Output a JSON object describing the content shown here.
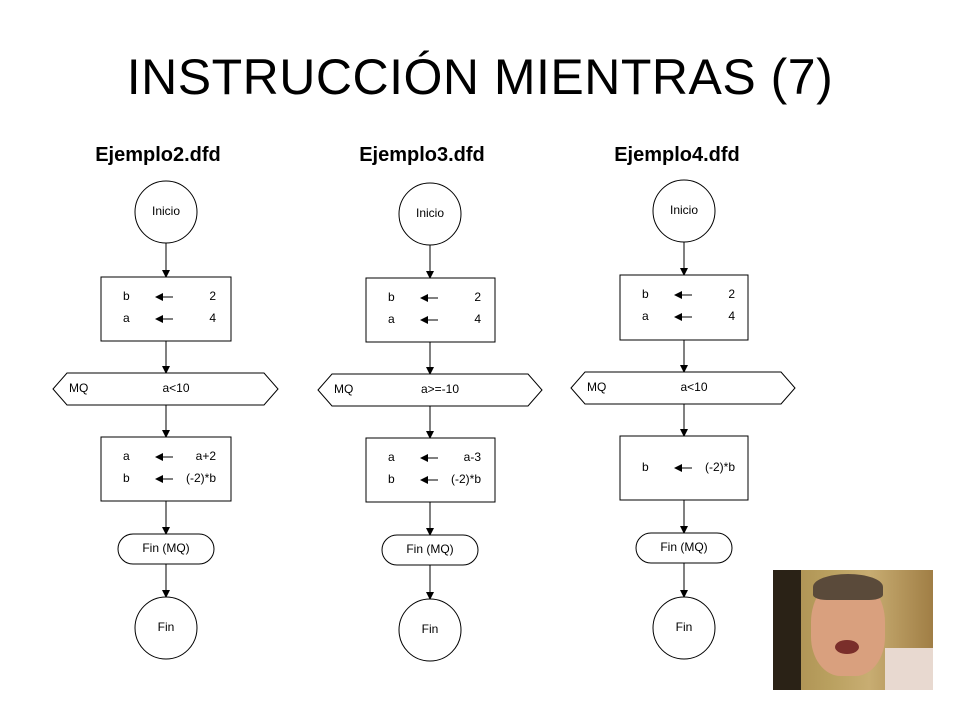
{
  "title": "INSTRUCCIÓN MIENTRAS (7)",
  "colors": {
    "background": "#ffffff",
    "stroke": "#000000",
    "text": "#000000"
  },
  "flowcharts": [
    {
      "filename": "Ejemplo2.dfd",
      "start_label": "Inicio",
      "init_assignments": [
        {
          "var": "b",
          "value": "2"
        },
        {
          "var": "a",
          "value": "4"
        }
      ],
      "loop_keyword": "MQ",
      "loop_condition": "a<10",
      "body_assignments": [
        {
          "var": "a",
          "value": "a+2"
        },
        {
          "var": "b",
          "value": "(-2)*b"
        }
      ],
      "loop_end_label": "Fin (MQ)",
      "end_label": "Fin"
    },
    {
      "filename": "Ejemplo3.dfd",
      "start_label": "Inicio",
      "init_assignments": [
        {
          "var": "b",
          "value": "2"
        },
        {
          "var": "a",
          "value": "4"
        }
      ],
      "loop_keyword": "MQ",
      "loop_condition": "a>=-10",
      "body_assignments": [
        {
          "var": "a",
          "value": "a-3"
        },
        {
          "var": "b",
          "value": "(-2)*b"
        }
      ],
      "loop_end_label": "Fin (MQ)",
      "end_label": "Fin"
    },
    {
      "filename": "Ejemplo4.dfd",
      "start_label": "Inicio",
      "init_assignments": [
        {
          "var": "b",
          "value": "2"
        },
        {
          "var": "a",
          "value": "4"
        }
      ],
      "loop_keyword": "MQ",
      "loop_condition": "a<10",
      "body_assignments": [
        {
          "var": "b",
          "value": "(-2)*b"
        }
      ],
      "loop_end_label": "Fin (MQ)",
      "end_label": "Fin"
    }
  ],
  "assign_arrow_glyph": "←"
}
